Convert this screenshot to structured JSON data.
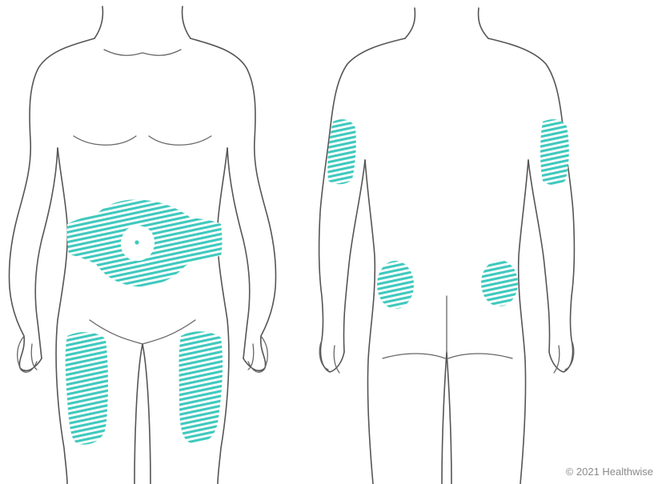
{
  "figure": {
    "zone_color": "#3fc9be",
    "outline_color": "#555555",
    "views": [
      {
        "view": "front",
        "shaded_zones": [
          "abdomen",
          "left-thigh",
          "right-thigh"
        ]
      },
      {
        "view": "back",
        "shaded_zones": [
          "left-upper-arm",
          "right-upper-arm",
          "left-buttock",
          "right-buttock"
        ]
      }
    ],
    "credit": "© 2021 Healthwise"
  }
}
